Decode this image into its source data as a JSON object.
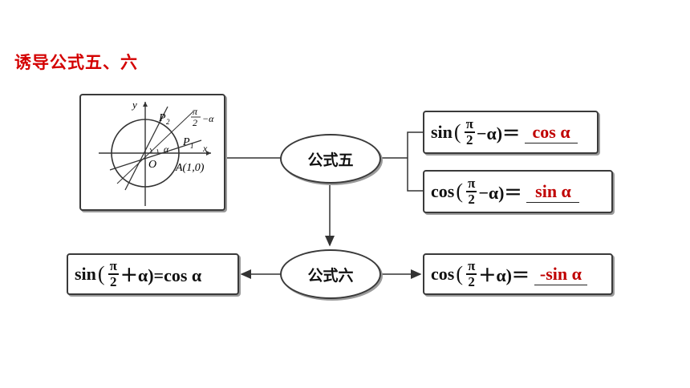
{
  "title": "诱导公式五、六",
  "node_five": "公式五",
  "node_six": "公式六",
  "figure": {
    "label_y": "y",
    "label_x": "x",
    "label_o": "O",
    "label_a": "A(1,0)",
    "label_p1": "P",
    "label_p1_sub": "1",
    "label_p2": "P",
    "label_p2_sub": "2",
    "label_alpha": "α",
    "label_angle_num": "π",
    "label_angle_den": "2",
    "label_angle_rest": "−α"
  },
  "formulas": {
    "f1": {
      "fn": "sin",
      "num": "π",
      "den": "2",
      "rest": "−α)＝",
      "answer": "cos α"
    },
    "f2": {
      "fn": "cos",
      "num": "π",
      "den": "2",
      "rest": "−α)＝",
      "answer": "sin α"
    },
    "f3": {
      "fn": "cos",
      "num": "π",
      "den": "2",
      "rest": "＋α)＝",
      "answer": "-sin α"
    },
    "f4": {
      "fn": "sin",
      "num": "π",
      "den": "2",
      "rest": "＋α)=cos α"
    }
  }
}
